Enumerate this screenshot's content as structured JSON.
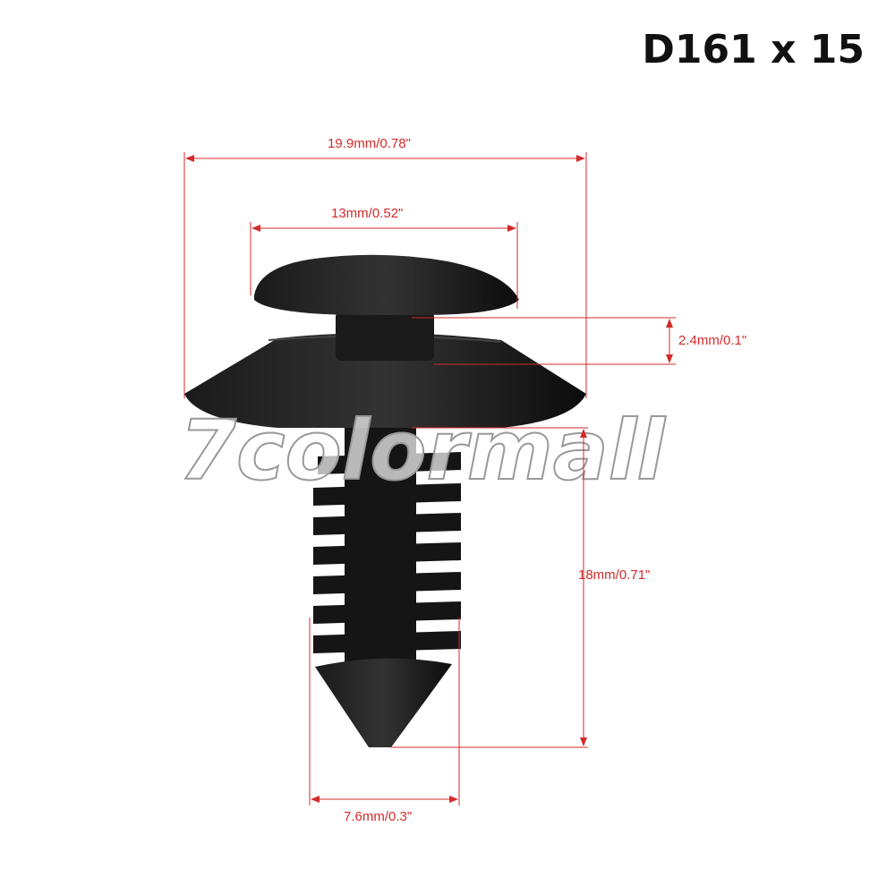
{
  "title": "D161 x 15",
  "watermark": "7colormall",
  "dimensions": {
    "overall_width": "19.9mm/0.78\"",
    "cap_width": "13mm/0.52\"",
    "gap_height": "2.4mm/0.1\"",
    "stem_length": "18mm/0.71\"",
    "stem_width": "7.6mm/0.3\""
  },
  "colors": {
    "dimension": "#d42a2a",
    "product": "#111111"
  }
}
